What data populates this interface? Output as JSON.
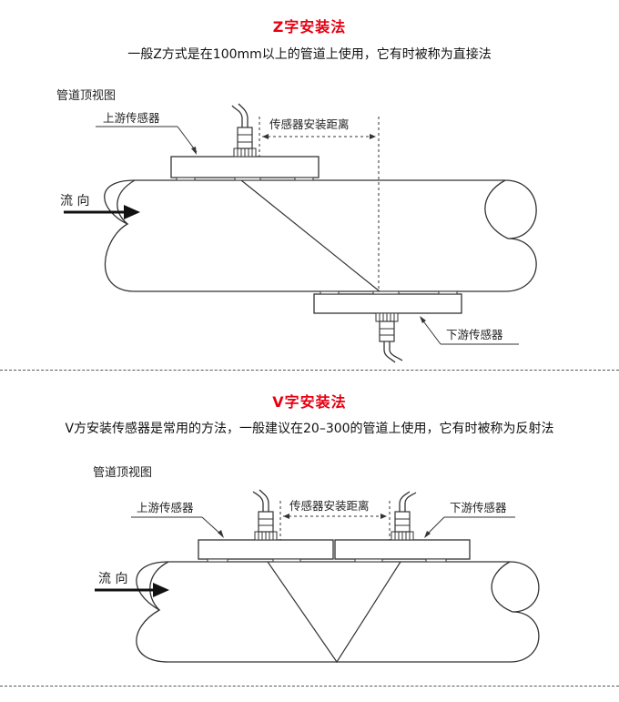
{
  "colors": {
    "accent": "#e60012",
    "line": "#333333",
    "text": "#222222"
  },
  "z_section": {
    "title": "Z字安装法",
    "subtitle": "一般Z方式是在100mm以上的管道上使用，它有时被称为直接法",
    "view_label": "管道顶视图",
    "upstream_label": "上游传感器",
    "downstream_label": "下游传感器",
    "distance_label": "传感器安装距离",
    "flow_label": "流 向"
  },
  "v_section": {
    "title": "V字安装法",
    "subtitle": "V方安装传感器是常用的方法，一般建议在20–300的管道上使用，它有时被称为反射法",
    "view_label": "管道顶视图",
    "upstream_label": "上游传感器",
    "downstream_label": "下游传感器",
    "distance_label": "传感器安装距离",
    "flow_label": "流 向"
  }
}
